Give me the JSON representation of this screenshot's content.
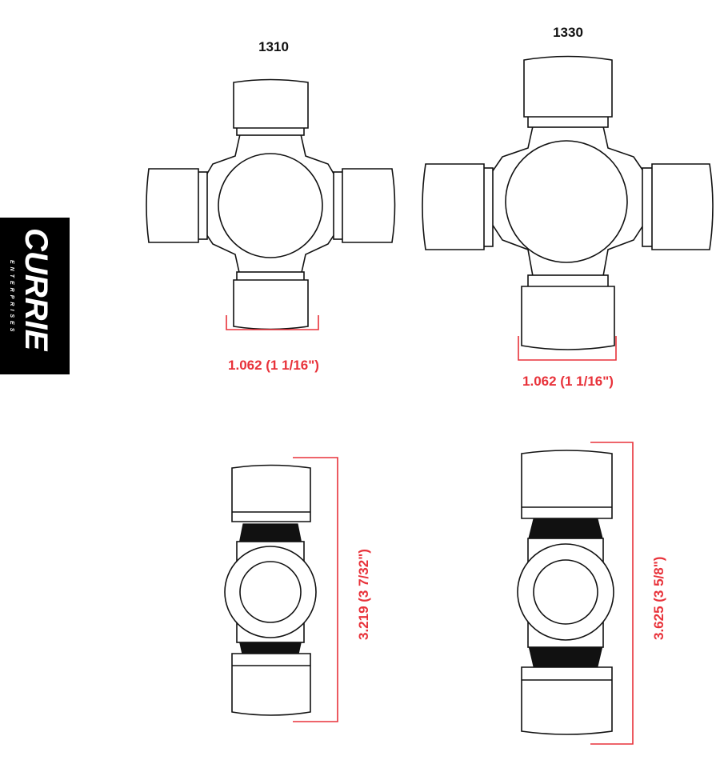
{
  "logo": {
    "brand": "CURRIE",
    "subtitle": "ENTERPRISES",
    "background": "#000000"
  },
  "models": [
    {
      "name": "1310",
      "cap_dimension": "1.062 (1 1/16\")",
      "length_dimension": "3.219 (3 7/32\")"
    },
    {
      "name": "1330",
      "cap_dimension": "1.062 (1 1/16\")",
      "length_dimension": "3.625 (3 5/8\")"
    }
  ],
  "colors": {
    "dimension": "#e8323a",
    "outline": "#111111"
  }
}
